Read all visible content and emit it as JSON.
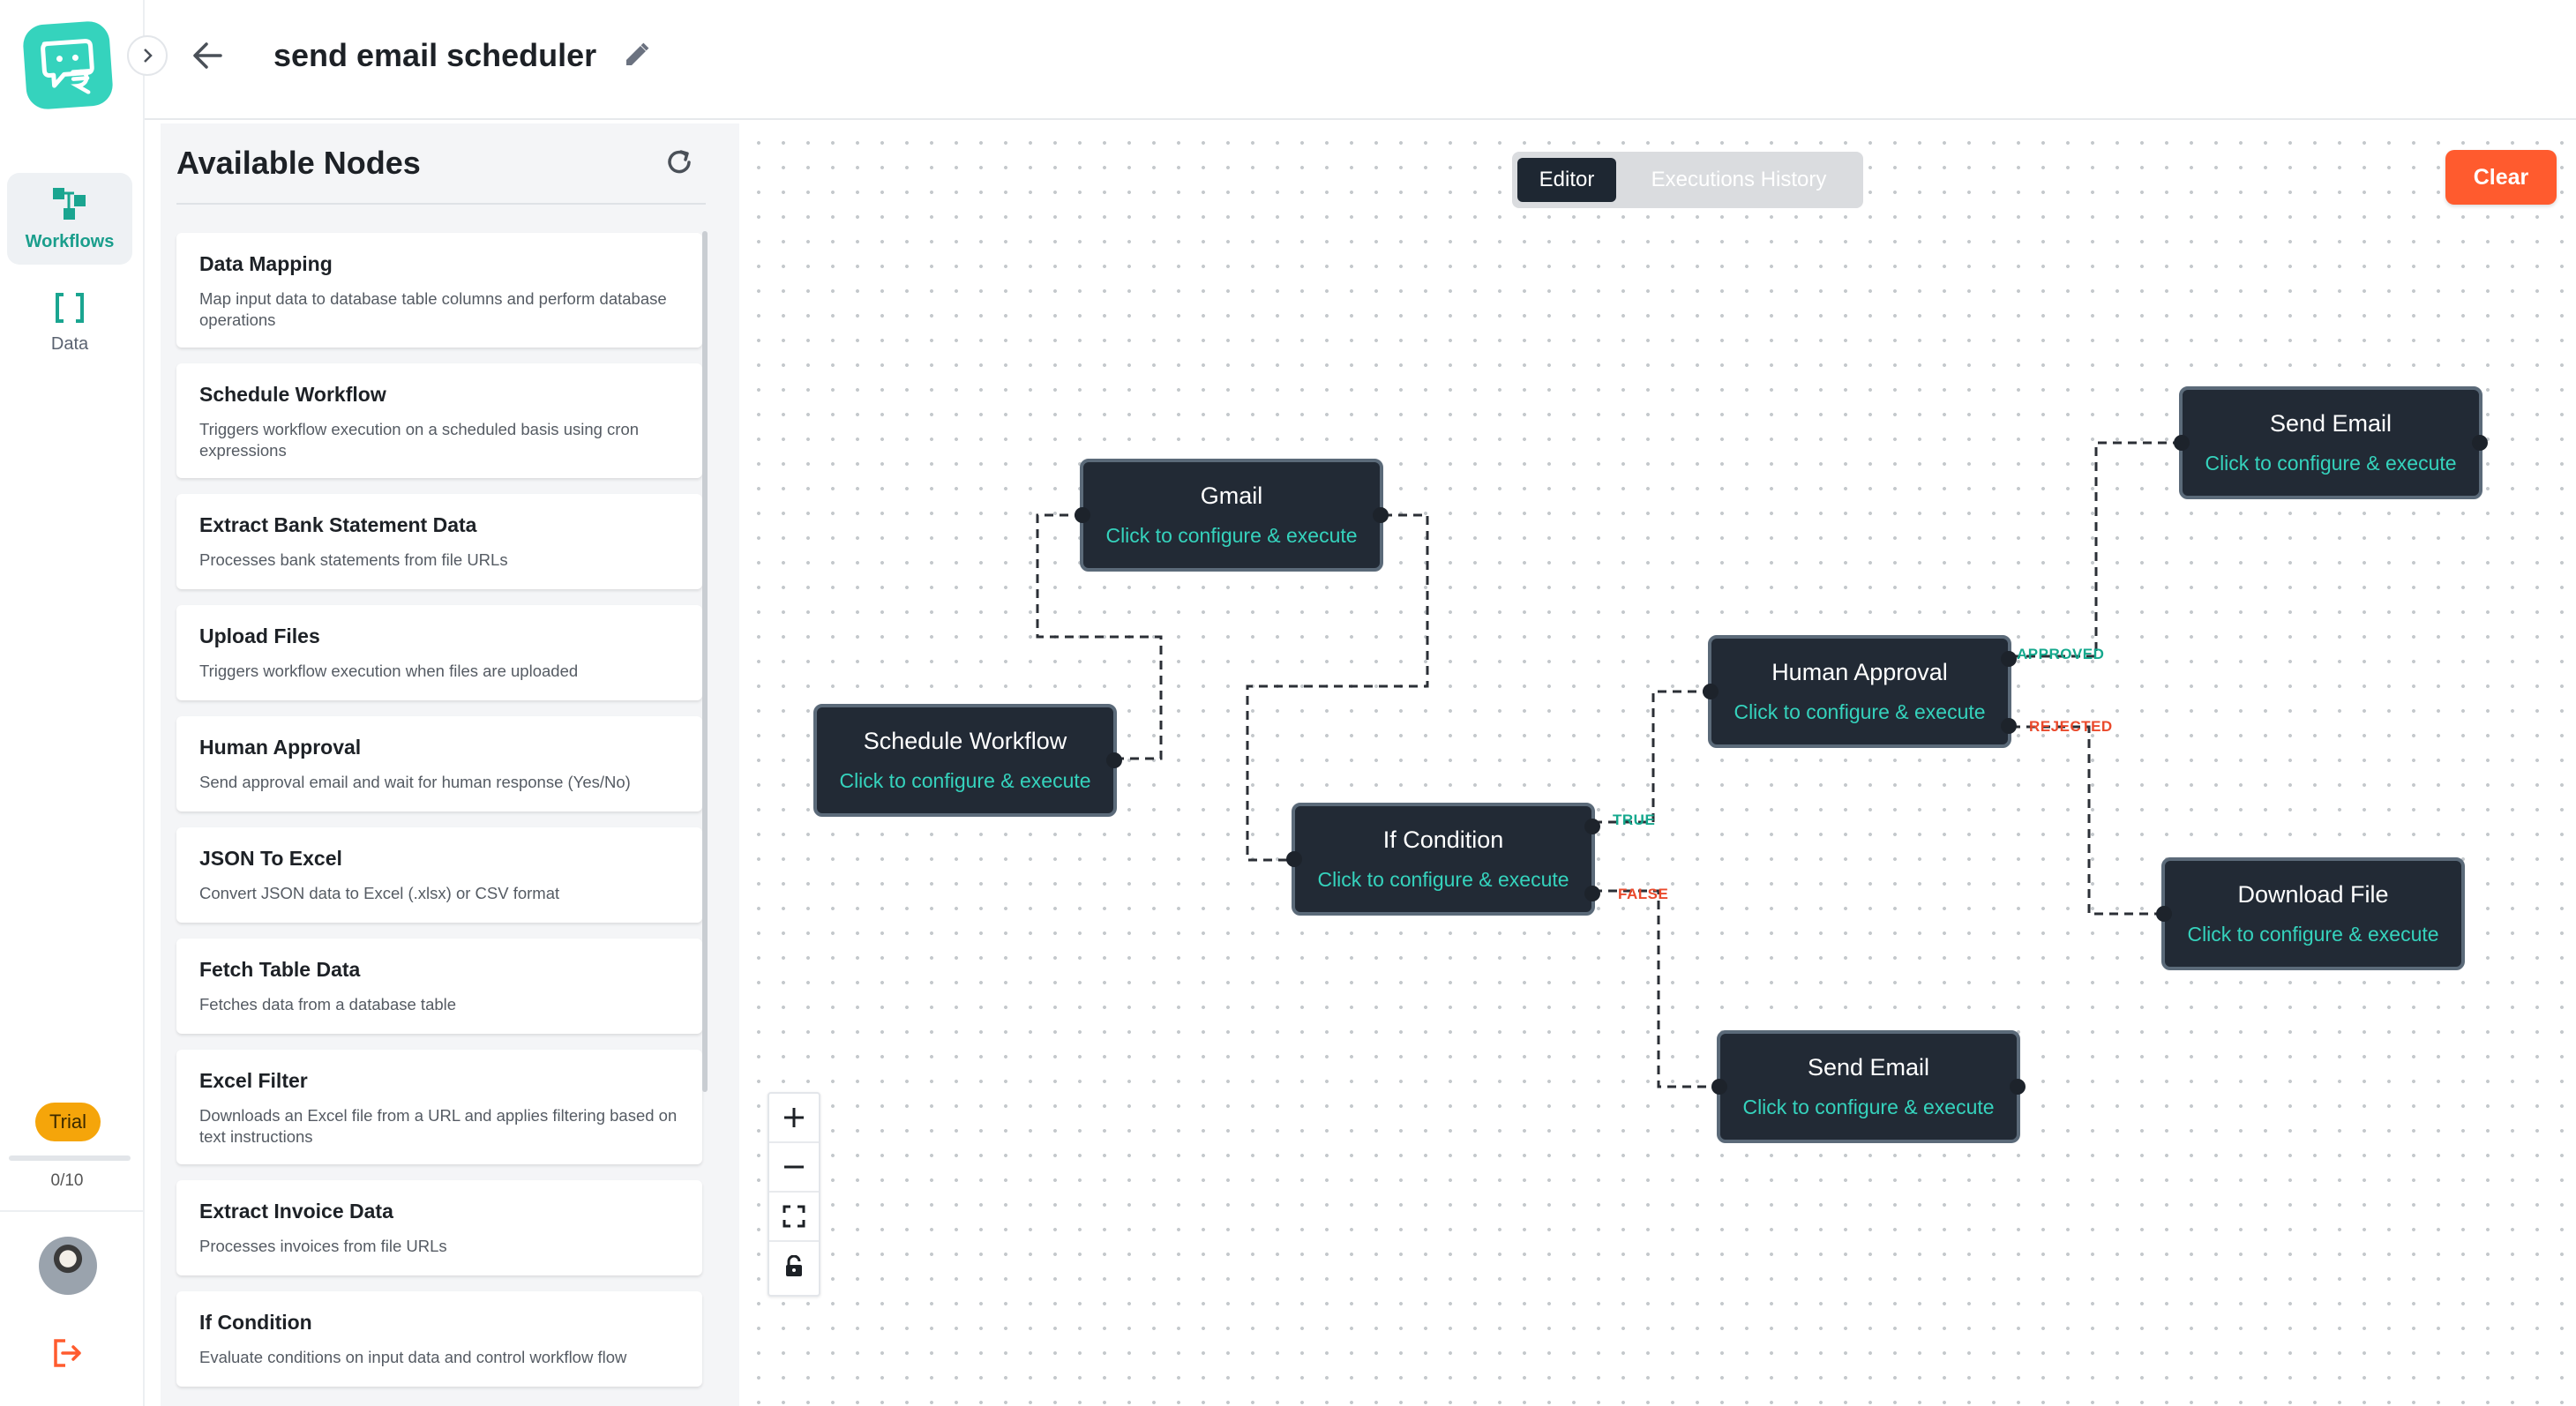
{
  "app": {
    "title": "send email scheduler"
  },
  "rail": {
    "items": [
      {
        "label": "Workflows",
        "icon": "workflow-icon",
        "active": true
      },
      {
        "label": "Data",
        "icon": "brackets-icon",
        "active": false
      }
    ],
    "trial_label": "Trial",
    "trial_count": "0/10",
    "trial_progress": 0
  },
  "panel": {
    "title": "Available Nodes",
    "nodes": [
      {
        "name": "Data Mapping",
        "desc": "Map input data to database table columns and perform database operations"
      },
      {
        "name": "Schedule Workflow",
        "desc": "Triggers workflow execution on a scheduled basis using cron expressions"
      },
      {
        "name": "Extract Bank Statement Data",
        "desc": "Processes bank statements from file URLs"
      },
      {
        "name": "Upload Files",
        "desc": "Triggers workflow execution when files are uploaded"
      },
      {
        "name": "Human Approval",
        "desc": "Send approval email and wait for human response (Yes/No)"
      },
      {
        "name": "JSON To Excel",
        "desc": "Convert JSON data to Excel (.xlsx) or CSV format"
      },
      {
        "name": "Fetch Table Data",
        "desc": "Fetches data from a database table"
      },
      {
        "name": "Excel Filter",
        "desc": "Downloads an Excel file from a URL and applies filtering based on text instructions"
      },
      {
        "name": "Extract Invoice Data",
        "desc": "Processes invoices from file URLs"
      },
      {
        "name": "If Condition",
        "desc": "Evaluate conditions on input data and control workflow flow"
      }
    ]
  },
  "canvas": {
    "tabs": [
      "Editor",
      "Executions History"
    ],
    "active_tab": "Editor",
    "clear_label": "Clear",
    "node_subtitle": "Click to configure & execute",
    "nodes": {
      "gmail": "Gmail",
      "schedule": "Schedule Workflow",
      "if_condition": "If Condition",
      "human_approval": "Human Approval",
      "send_email_top": "Send Email",
      "download_file": "Download File",
      "send_email_bottom": "Send Email"
    },
    "edge_labels": {
      "true": "TRUE",
      "false": "FALSE",
      "approved": "APPROVED",
      "rejected": "REJECTED"
    }
  },
  "colors": {
    "accent": "#35d3bd",
    "node_bg": "#222a35",
    "clear": "#ff5b2e",
    "trial": "#f5a50a",
    "true_edge": "#15a88d",
    "false_edge": "#ea4a2c"
  }
}
